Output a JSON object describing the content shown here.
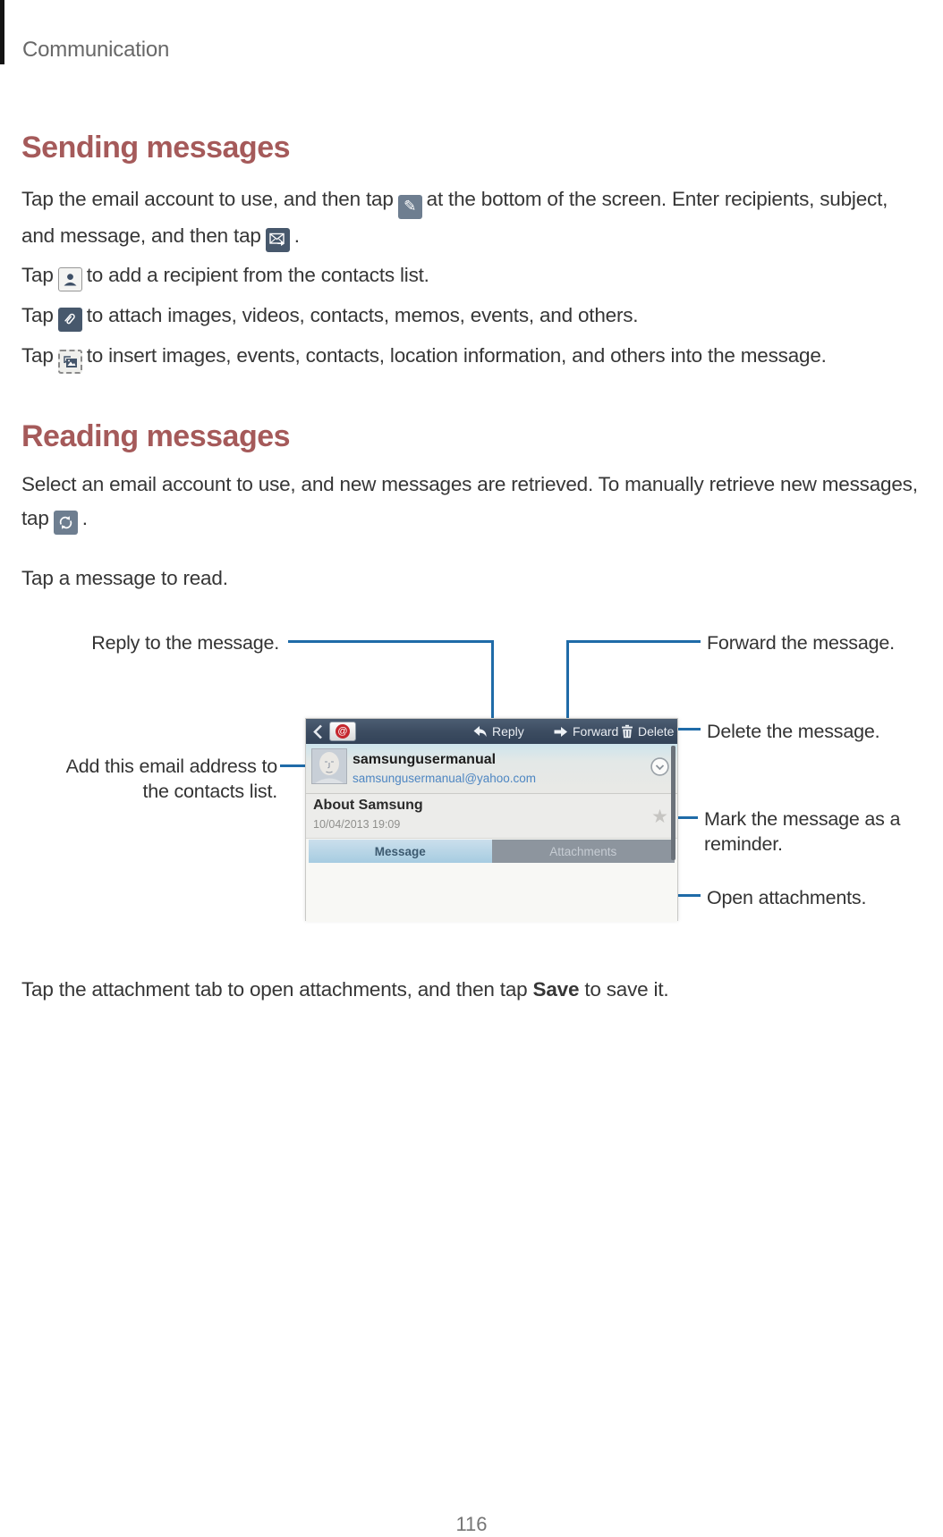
{
  "page": {
    "header": "Communication",
    "page_number": "116"
  },
  "colors": {
    "heading": "#a55a5a",
    "callout_line": "#1f6ba8",
    "toolbar_bg": "#3e4e62",
    "tab_active": "#b0d2e5",
    "tab_inactive": "#8d959e",
    "email_link": "#4e86c2",
    "star": "#c6c5c2"
  },
  "sections": {
    "sending": {
      "title": "Sending messages",
      "para1": {
        "p1": "Tap the email account to use, and then tap",
        "p2": "at the bottom of the screen. Enter recipients, subject, and message, and then tap",
        "p3": "."
      },
      "bullets": [
        {
          "pre": "Tap",
          "icon": "add-recipient-icon",
          "post": "to add a recipient from the contacts list."
        },
        {
          "pre": "Tap",
          "icon": "attach-icon",
          "post": "to attach images, videos, contacts, memos, events, and others."
        },
        {
          "pre": "Tap",
          "icon": "insert-icon",
          "post": "to insert images, events, contacts, location information, and others into the message."
        }
      ]
    },
    "reading": {
      "title": "Reading messages",
      "para1": {
        "p1": "Select an email account to use, and new messages are retrieved. To manually retrieve new messages, tap",
        "p2": "."
      },
      "para2": "Tap a message to read.",
      "footer": {
        "p1": "Tap the attachment tab to open attachments, and then tap",
        "bold": "Save",
        "p2": "to save it."
      }
    }
  },
  "phone": {
    "toolbar": {
      "reply": "Reply",
      "forward": "Forward",
      "delete": "Delete"
    },
    "app_icon_glyph": "@",
    "sender": {
      "name": "samsungusermanual",
      "email": "samsungusermanual@yahoo.com"
    },
    "subject": "About Samsung",
    "datetime": "10/04/2013 19:09",
    "tabs": {
      "message": "Message",
      "attachments": "Attachments"
    },
    "star_glyph": "★"
  },
  "callouts": {
    "reply": "Reply to the message.",
    "forward": "Forward the message.",
    "delete": "Delete the message.",
    "add_contact": "Add this email address to the contacts list.",
    "reminder": "Mark the message as a reminder.",
    "attachments": "Open attachments."
  },
  "icons": {
    "compose-icon": "white pencil on slate square",
    "send-icon": "white envelope with right arrow on slate square",
    "add-recipient-icon": "dark person silhouette on light square",
    "attach-icon": "white paperclip on slate square",
    "insert-icon": "dashed light square with small picture",
    "refresh-icon": "circular sync arrows on slate square",
    "back-icon": "left chevron",
    "email-app-icon": "envelope with red @ badge",
    "reply-icon": "curved left arrow",
    "forward-icon": "right arrow",
    "delete-icon": "trash can",
    "expand-icon": "chevron down in circle",
    "reminder-star-icon": "star",
    "avatar-icon": "default contact face sketch"
  }
}
